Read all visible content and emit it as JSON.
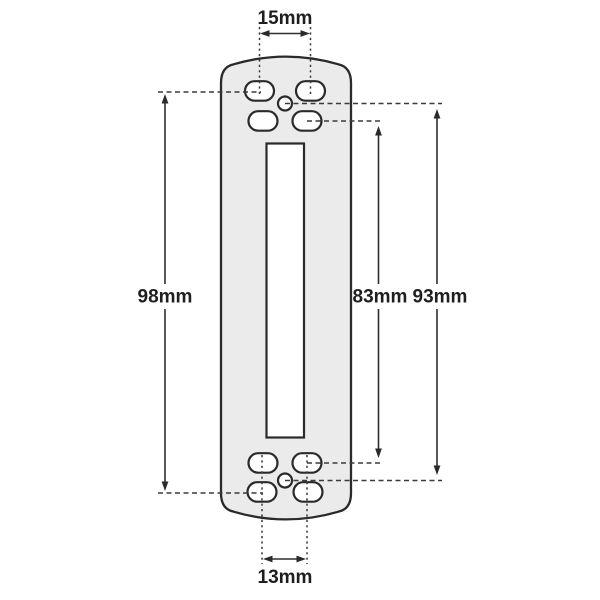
{
  "colors": {
    "background": "#ffffff",
    "plate_fill": "#ebebeb",
    "outline": "#2a2a2a",
    "dimension_line": "#2f2f2f",
    "label_text": "#1f1f1f"
  },
  "dimensions": {
    "top_spacing": {
      "label": "15mm"
    },
    "left_height": {
      "label": "98mm"
    },
    "inner_right_height": {
      "label": "83mm"
    },
    "outer_right_height": {
      "label": "93mm"
    },
    "bottom_spacing": {
      "label": "13mm"
    }
  }
}
